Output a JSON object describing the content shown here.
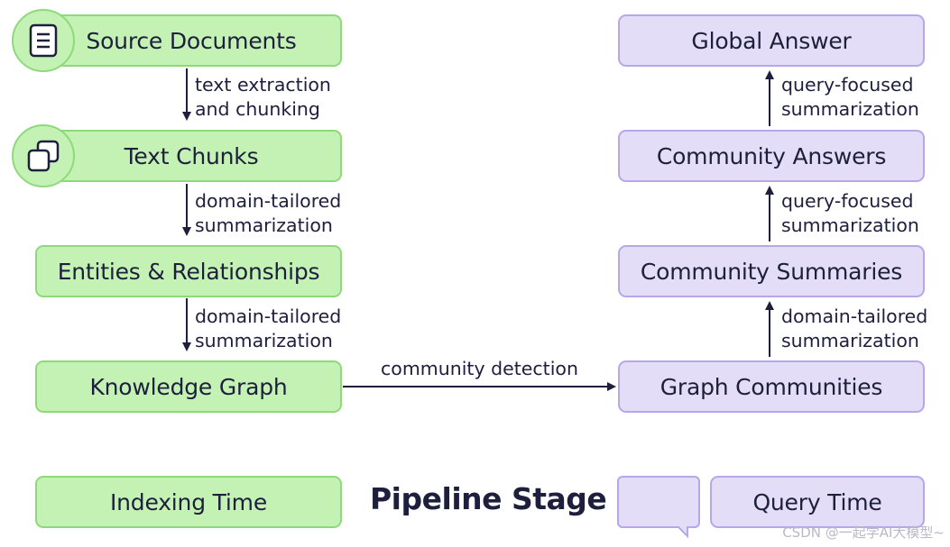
{
  "nodes": {
    "source_documents": "Source Documents",
    "text_chunks": "Text Chunks",
    "entities_relationships": "Entities & Relationships",
    "knowledge_graph": "Knowledge Graph",
    "graph_communities": "Graph Communities",
    "community_summaries": "Community Summaries",
    "community_answers": "Community Answers",
    "global_answer": "Global Answer"
  },
  "edges": {
    "e1_line1": "text extraction",
    "e1_line2": "and chunking",
    "e2_line1": "domain-tailored",
    "e2_line2": "summarization",
    "e3_line1": "domain-tailored",
    "e3_line2": "summarization",
    "e4": "community detection",
    "e5_line1": "domain-tailored",
    "e5_line2": "summarization",
    "e6_line1": "query-focused",
    "e6_line2": "summarization",
    "e7_line1": "query-focused",
    "e7_line2": "summarization"
  },
  "legend": {
    "indexing_time": "Indexing Time",
    "title": "Pipeline Stage",
    "query_time": "Query Time"
  },
  "watermark": "CSDN @一起学AI大模型~",
  "colors": {
    "indexing_fill": "#c4f2b5",
    "indexing_border": "#8fd97c",
    "query_fill": "#e3ddf8",
    "query_border": "#b7a7e8",
    "text": "#1d1f3c"
  }
}
